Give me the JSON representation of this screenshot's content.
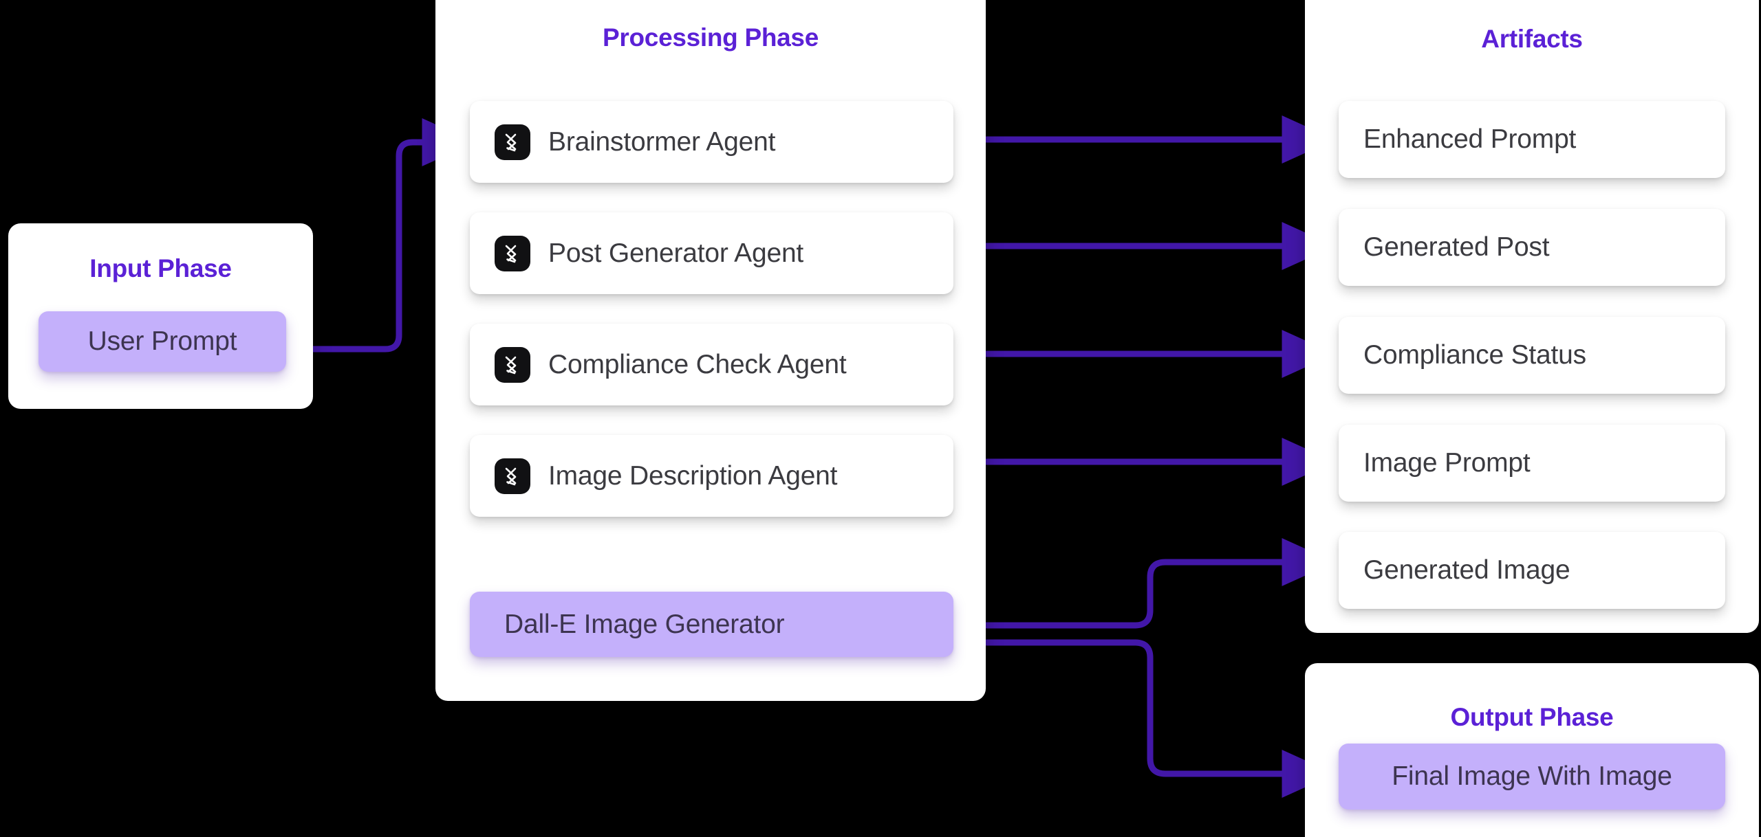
{
  "colors": {
    "background": "#000000",
    "panel": "#ffffff",
    "accent_purple": "#5b21d6",
    "node_purple_fill": "#c4b0fb",
    "wire_purple": "#4217a8",
    "arrow_gray": "#3f3f46",
    "card_text": "#3b3b40"
  },
  "input_phase": {
    "title": "Input Phase",
    "nodes": [
      {
        "label": "User Prompt"
      }
    ]
  },
  "processing_phase": {
    "title": "Processing Phase",
    "agents": [
      {
        "label": "Brainstormer Agent",
        "icon": "agent-icon"
      },
      {
        "label": "Post Generator Agent",
        "icon": "agent-icon"
      },
      {
        "label": "Compliance Check Agent",
        "icon": "agent-icon"
      },
      {
        "label": "Image Description Agent",
        "icon": "agent-icon"
      }
    ],
    "generator": {
      "label": "Dall-E Image Generator"
    }
  },
  "artifacts_panel": {
    "title": "Artifacts",
    "items": [
      {
        "label": "Enhanced Prompt"
      },
      {
        "label": "Generated Post"
      },
      {
        "label": "Compliance Status"
      },
      {
        "label": "Image Prompt"
      },
      {
        "label": "Generated Image"
      }
    ]
  },
  "output_phase": {
    "title": "Output Phase",
    "nodes": [
      {
        "label": "Final Image With Image"
      }
    ]
  },
  "flow": {
    "edges": [
      {
        "from": "User Prompt",
        "to": "Brainstormer Agent"
      },
      {
        "from": "Brainstormer Agent",
        "to": "Post Generator Agent"
      },
      {
        "from": "Post Generator Agent",
        "to": "Compliance Check Agent"
      },
      {
        "from": "Compliance Check Agent",
        "to": "Image Description Agent"
      },
      {
        "from": "Image Description Agent",
        "to": "Dall-E Image Generator"
      },
      {
        "from": "Brainstormer Agent",
        "to": "Enhanced Prompt"
      },
      {
        "from": "Post Generator Agent",
        "to": "Generated Post"
      },
      {
        "from": "Compliance Check Agent",
        "to": "Compliance Status"
      },
      {
        "from": "Image Description Agent",
        "to": "Image Prompt"
      },
      {
        "from": "Dall-E Image Generator",
        "to": "Generated Image"
      },
      {
        "from": "Dall-E Image Generator",
        "to": "Final Image With Image"
      }
    ]
  }
}
